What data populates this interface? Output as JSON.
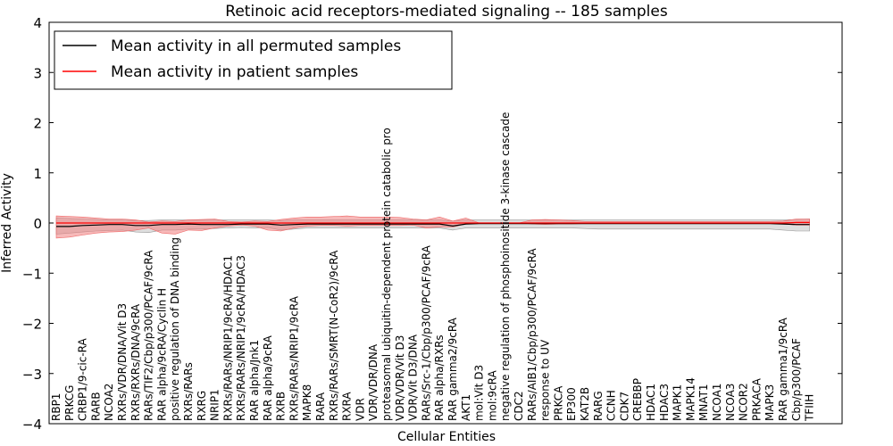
{
  "chart_data": {
    "type": "line",
    "title": "Retinoic acid receptors-mediated signaling -- 185 samples",
    "xlabel": "Cellular Entities",
    "ylabel": "Inferred Activity",
    "ylim": [
      -4,
      4
    ],
    "yticks": [
      -4,
      -3,
      -2,
      -1,
      0,
      1,
      2,
      3,
      4
    ],
    "ytick_labels": [
      "−4",
      "−3",
      "−2",
      "−1",
      "0",
      "1",
      "2",
      "3",
      "4"
    ],
    "grid": false,
    "legend": "top-left",
    "categories": [
      "RBP1",
      "PRKCG",
      "CRBP1/9-cic-RA",
      "RARB",
      "NCOA2",
      "RXRs/VDR/DNA/Vit D3",
      "RXRs/RXRs/DNA/9cRA",
      "RARs/TIF2/Cbp/p300/PCAF/9cRA",
      "RAR alpha/9cRA/Cyclin H",
      "positive regulation of DNA binding",
      "RXRs/RARs",
      "RXRG",
      "NRIP1",
      "RXRs/RARs/NRIP1/9cRA/HDAC1",
      "RXRs/RARs/NRIP1/9cRA/HDAC3",
      "RAR alpha/Jnk1",
      "RAR alpha/9cRA",
      "RXRB",
      "RXRs/RARs/NRIP1/9cRA",
      "MAPK8",
      "RARA",
      "RXRs/RARs/SMRT(N-CoR2)/9cRA",
      "RXRA",
      "VDR",
      "VDR/VDR/DNA",
      "proteasomal ubiquitin-dependent protein catabolic pro",
      "VDR/VDR/Vit D3",
      "VDR/Vit D3/DNA",
      "RARs/Src-1/Cbp/p300/PCAF/9cRA",
      "RAR alpha/RXRs",
      "RAR gamma2/9cRA",
      "AKT1",
      "mol:Vit D3",
      "mol:9cRA",
      "negative regulation of phosphoinositide 3-kinase cascade",
      "CDC2",
      "RARs/AIB1/Cbp/p300/PCAF/9cRA",
      "response to UV",
      "PRKCA",
      "EP300",
      "KAT2B",
      "RARG",
      "CCNH",
      "CDK7",
      "CREBBP",
      "HDAC1",
      "HDAC3",
      "MAPK1",
      "MAPK14",
      "MNAT1",
      "NCOA1",
      "NCOA3",
      "NCOR2",
      "PRKACA",
      "MAPK3",
      "RAR gamma1/9cRA",
      "Cbp/p300/PCAF",
      "TFIIH"
    ],
    "series": [
      {
        "name": "Mean activity in all permuted samples",
        "color": "#000000",
        "values": [
          -0.07,
          -0.07,
          -0.05,
          -0.04,
          -0.03,
          -0.03,
          -0.05,
          -0.05,
          -0.03,
          -0.03,
          -0.02,
          -0.03,
          -0.03,
          -0.03,
          -0.02,
          -0.02,
          -0.02,
          -0.04,
          -0.03,
          -0.02,
          -0.02,
          -0.02,
          -0.02,
          -0.02,
          -0.02,
          -0.02,
          -0.02,
          -0.02,
          -0.02,
          -0.02,
          -0.06,
          -0.02,
          -0.01,
          -0.01,
          -0.01,
          -0.01,
          -0.01,
          -0.01,
          -0.01,
          -0.01,
          -0.01,
          -0.01,
          -0.01,
          -0.01,
          -0.01,
          -0.01,
          -0.01,
          -0.01,
          -0.01,
          -0.01,
          -0.01,
          -0.01,
          -0.01,
          -0.01,
          -0.01,
          -0.02,
          -0.03,
          -0.03
        ],
        "lower": [
          -0.22,
          -0.2,
          -0.18,
          -0.16,
          -0.15,
          -0.14,
          -0.18,
          -0.19,
          -0.14,
          -0.14,
          -0.12,
          -0.12,
          -0.11,
          -0.1,
          -0.09,
          -0.1,
          -0.09,
          -0.14,
          -0.12,
          -0.1,
          -0.1,
          -0.1,
          -0.1,
          -0.1,
          -0.1,
          -0.1,
          -0.1,
          -0.1,
          -0.1,
          -0.1,
          -0.14,
          -0.1,
          -0.1,
          -0.1,
          -0.1,
          -0.1,
          -0.1,
          -0.1,
          -0.1,
          -0.1,
          -0.11,
          -0.12,
          -0.12,
          -0.12,
          -0.12,
          -0.12,
          -0.12,
          -0.12,
          -0.12,
          -0.12,
          -0.12,
          -0.12,
          -0.12,
          -0.12,
          -0.12,
          -0.14,
          -0.16,
          -0.16
        ],
        "upper": [
          0.1,
          0.09,
          0.08,
          0.07,
          0.06,
          0.06,
          0.05,
          0.05,
          0.06,
          0.06,
          0.06,
          0.06,
          0.06,
          0.06,
          0.06,
          0.06,
          0.06,
          0.05,
          0.06,
          0.06,
          0.06,
          0.06,
          0.06,
          0.06,
          0.06,
          0.06,
          0.06,
          0.06,
          0.06,
          0.06,
          0.04,
          0.06,
          0.06,
          0.06,
          0.06,
          0.06,
          0.06,
          0.06,
          0.06,
          0.06,
          0.06,
          0.06,
          0.06,
          0.06,
          0.06,
          0.06,
          0.06,
          0.06,
          0.06,
          0.06,
          0.06,
          0.06,
          0.06,
          0.06,
          0.06,
          0.06,
          0.07,
          0.08
        ]
      },
      {
        "name": "Mean activity in patient samples",
        "color": "#ff0000",
        "values": [
          0.0,
          0.0,
          0.0,
          0.0,
          0.0,
          0.0,
          0.0,
          0.0,
          0.0,
          0.0,
          0.0,
          0.0,
          0.0,
          0.0,
          0.0,
          0.0,
          0.0,
          0.0,
          0.0,
          0.0,
          0.0,
          0.0,
          0.0,
          0.0,
          0.0,
          0.0,
          0.0,
          0.0,
          0.0,
          0.0,
          0.0,
          0.0,
          0.0,
          0.0,
          0.0,
          0.0,
          0.0,
          0.0,
          0.0,
          0.0,
          0.0,
          0.0,
          0.0,
          0.0,
          0.0,
          0.0,
          0.0,
          0.0,
          0.0,
          0.0,
          0.0,
          0.0,
          0.0,
          0.0,
          0.0,
          0.0,
          0.01,
          0.01
        ],
        "lower": [
          -0.3,
          -0.28,
          -0.24,
          -0.2,
          -0.18,
          -0.17,
          -0.14,
          -0.1,
          -0.2,
          -0.22,
          -0.14,
          -0.15,
          -0.1,
          -0.06,
          -0.04,
          -0.06,
          -0.14,
          -0.16,
          -0.1,
          -0.06,
          -0.05,
          -0.05,
          -0.06,
          -0.05,
          -0.05,
          -0.05,
          -0.05,
          -0.04,
          -0.1,
          -0.08,
          -0.08,
          -0.02,
          0.0,
          0.0,
          0.0,
          0.0,
          -0.02,
          -0.03,
          -0.02,
          -0.02,
          -0.01,
          -0.01,
          -0.01,
          -0.01,
          -0.01,
          -0.01,
          -0.01,
          -0.01,
          -0.01,
          -0.01,
          -0.01,
          -0.01,
          -0.01,
          -0.01,
          -0.01,
          -0.02,
          -0.04,
          -0.04
        ],
        "upper": [
          0.14,
          0.13,
          0.12,
          0.1,
          0.08,
          0.08,
          0.06,
          0.02,
          0.04,
          0.03,
          0.06,
          0.07,
          0.08,
          0.03,
          0.02,
          0.04,
          0.03,
          0.07,
          0.1,
          0.12,
          0.12,
          0.13,
          0.14,
          0.12,
          0.12,
          0.12,
          0.11,
          0.08,
          0.06,
          0.12,
          0.04,
          0.1,
          0.0,
          0.0,
          0.0,
          0.0,
          0.06,
          0.07,
          0.06,
          0.05,
          0.03,
          0.03,
          0.03,
          0.03,
          0.03,
          0.03,
          0.03,
          0.03,
          0.03,
          0.03,
          0.03,
          0.03,
          0.03,
          0.03,
          0.03,
          0.04,
          0.08,
          0.08
        ]
      }
    ]
  }
}
